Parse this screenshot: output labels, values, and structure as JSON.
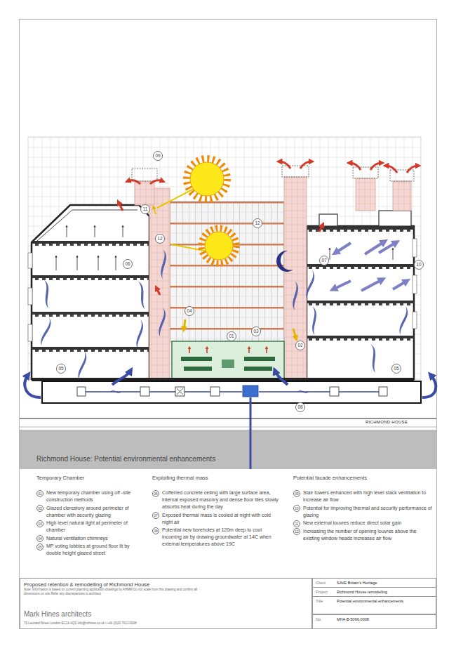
{
  "diagram": {
    "title": "Richmond House: Potential environmental enhancements",
    "nodes": [
      {
        "text": [
          "Proposed retention & remodelling of Richmond House",
          "Note: information is based on current planning application drawings by AHMM Do not scale from this drawing and confirm all dimensions on site Refer any discrepancies to architect",
          "Mark Hines architects",
          "79 Leonard Street London EC2A 4QS   info@mhines.co.uk   t +44 (0)20 7613 0008"
        ]
      },
      {
        "text": [
          "Client",
          "SAVE Britain's Heritage"
        ]
      },
      {
        "text": [
          "Project",
          "Richmond House remodelling"
        ]
      },
      {
        "text": [
          "Title",
          "Potential environmental enhancements"
        ]
      },
      {
        "text": [
          "No.",
          "MHA-B-5066-0008"
        ]
      }
    ],
    "labels": [
      "09",
      "11",
      "12",
      "12",
      "06",
      "07",
      "10",
      "04",
      "01",
      "03",
      "02",
      "05",
      "05",
      "08",
      "RICHMOND HOUSE",
      "Temporary Chamber",
      "Exploiting thermal mass",
      "Potential facade enhancements",
      "01",
      "New temporary chamber using off -site construction methods",
      "02",
      "Glazed clerestory around perimeter of chamber with security glazing",
      "03",
      "High level natural light at perimeter of chamber",
      "04",
      "Natural ventilation chimneys",
      "05",
      "MP voting lobbies at ground floor lit by double height glazed street",
      "06",
      "Cofferred concrete ceiling with large surface area, internal exposed masonry and dense floor tiles slowly absorbs heat during the day",
      "07",
      "Exposed thermal mass is cooled at night with cold night air",
      "08",
      "Potential new boreholes at 120m deep to cool incoming air by drawing groundwater at 14C when external temperatures above 19C",
      "09",
      "Stair towers enhanced with high level stack ventilation to increase air flow",
      "10",
      "Potential for improving thermal and security performance of glazing",
      "11",
      "New external louvres reduce direct solar gain",
      "12",
      "Increasing the number of opening louvres above the existing window heads increases air flow"
    ]
  }
}
